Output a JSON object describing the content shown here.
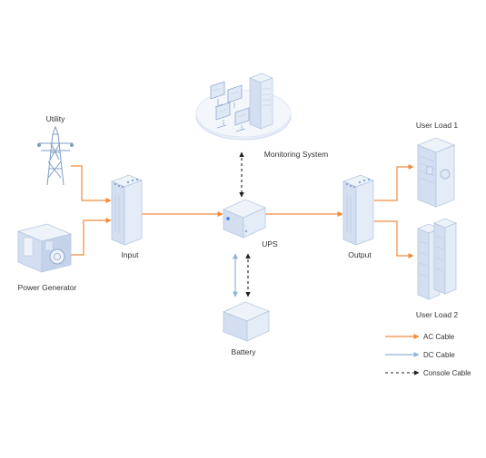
{
  "nodes": {
    "utility": "Utility",
    "power_generator": "Power Generator",
    "input": "Input",
    "monitoring_system": "Monitoring System",
    "ups": "UPS",
    "battery": "Battery",
    "output": "Output",
    "user_load_1": "User Load 1",
    "user_load_2": "User Load 2"
  },
  "legend": {
    "ac_cable": "AC Cable",
    "dc_cable": "DC Cable",
    "console_cable": "Console Cable"
  },
  "colors": {
    "ac": "#f28a3c",
    "dc": "#8fb3d9",
    "console": "#222222",
    "device_light": "#eef3fa",
    "device_mid": "#d3dff0",
    "device_dark": "#b6c7e0"
  }
}
